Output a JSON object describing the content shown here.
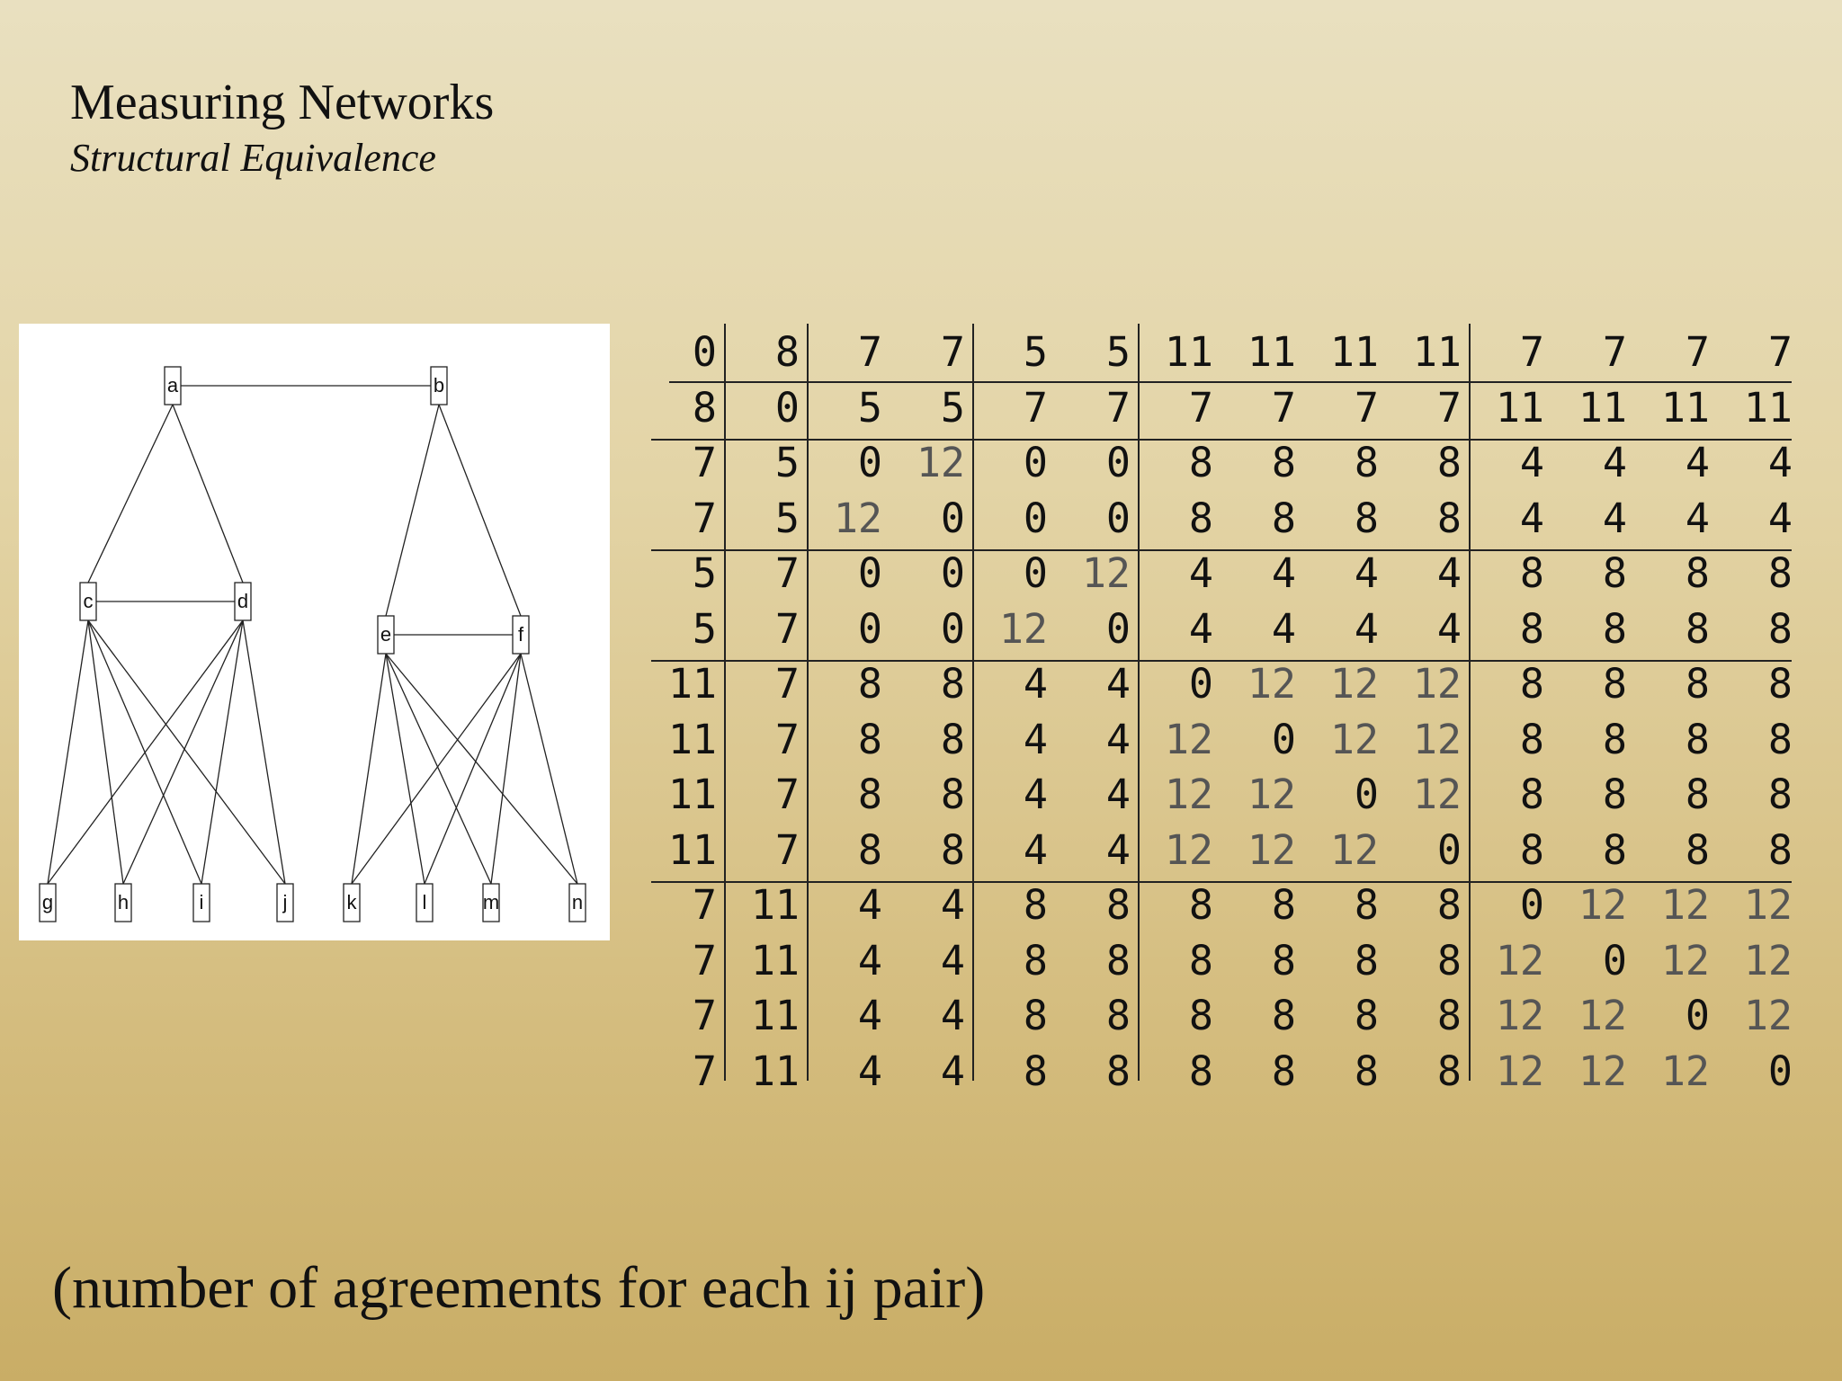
{
  "slide": {
    "title": "Measuring Networks",
    "subtitle": "Structural Equivalence",
    "caption": "(number of agreements for each ij pair)"
  },
  "graph": {
    "nodes": [
      "a",
      "b",
      "c",
      "d",
      "e",
      "f",
      "g",
      "h",
      "i",
      "j",
      "k",
      "l",
      "m",
      "n"
    ],
    "edges": [
      [
        "a",
        "b"
      ],
      [
        "a",
        "c"
      ],
      [
        "a",
        "d"
      ],
      [
        "b",
        "e"
      ],
      [
        "b",
        "f"
      ],
      [
        "c",
        "d"
      ],
      [
        "e",
        "f"
      ],
      [
        "c",
        "g"
      ],
      [
        "c",
        "h"
      ],
      [
        "c",
        "i"
      ],
      [
        "c",
        "j"
      ],
      [
        "d",
        "g"
      ],
      [
        "d",
        "h"
      ],
      [
        "d",
        "i"
      ],
      [
        "d",
        "j"
      ],
      [
        "e",
        "k"
      ],
      [
        "e",
        "l"
      ],
      [
        "e",
        "m"
      ],
      [
        "e",
        "n"
      ],
      [
        "f",
        "k"
      ],
      [
        "f",
        "l"
      ],
      [
        "f",
        "m"
      ],
      [
        "f",
        "n"
      ]
    ]
  },
  "matrix": {
    "rows": [
      [
        0,
        8,
        7,
        7,
        5,
        5,
        11,
        11,
        11,
        11,
        7,
        7,
        7,
        7
      ],
      [
        8,
        0,
        5,
        5,
        7,
        7,
        7,
        7,
        7,
        7,
        11,
        11,
        11,
        11
      ],
      [
        7,
        5,
        0,
        12,
        0,
        0,
        8,
        8,
        8,
        8,
        4,
        4,
        4,
        4
      ],
      [
        7,
        5,
        12,
        0,
        0,
        0,
        8,
        8,
        8,
        8,
        4,
        4,
        4,
        4
      ],
      [
        5,
        7,
        0,
        0,
        0,
        12,
        4,
        4,
        4,
        4,
        8,
        8,
        8,
        8
      ],
      [
        5,
        7,
        0,
        0,
        12,
        0,
        4,
        4,
        4,
        4,
        8,
        8,
        8,
        8
      ],
      [
        11,
        7,
        8,
        8,
        4,
        4,
        0,
        12,
        12,
        12,
        8,
        8,
        8,
        8
      ],
      [
        11,
        7,
        8,
        8,
        4,
        4,
        12,
        0,
        12,
        12,
        8,
        8,
        8,
        8
      ],
      [
        11,
        7,
        8,
        8,
        4,
        4,
        12,
        12,
        0,
        12,
        8,
        8,
        8,
        8
      ],
      [
        11,
        7,
        8,
        8,
        4,
        4,
        12,
        12,
        12,
        0,
        8,
        8,
        8,
        8
      ],
      [
        7,
        11,
        4,
        4,
        8,
        8,
        8,
        8,
        8,
        8,
        0,
        12,
        12,
        12
      ],
      [
        7,
        11,
        4,
        4,
        8,
        8,
        8,
        8,
        8,
        8,
        12,
        0,
        12,
        12
      ],
      [
        7,
        11,
        4,
        4,
        8,
        8,
        8,
        8,
        8,
        8,
        12,
        12,
        0,
        12
      ],
      [
        7,
        11,
        4,
        4,
        8,
        8,
        8,
        8,
        8,
        8,
        12,
        12,
        12,
        0
      ]
    ],
    "blocks": [
      [
        0,
        1
      ],
      [
        2,
        3
      ],
      [
        4,
        5
      ],
      [
        6,
        9
      ],
      [
        10,
        13
      ]
    ],
    "colors": {
      "value": "#111111",
      "within_block": "#555555"
    }
  }
}
